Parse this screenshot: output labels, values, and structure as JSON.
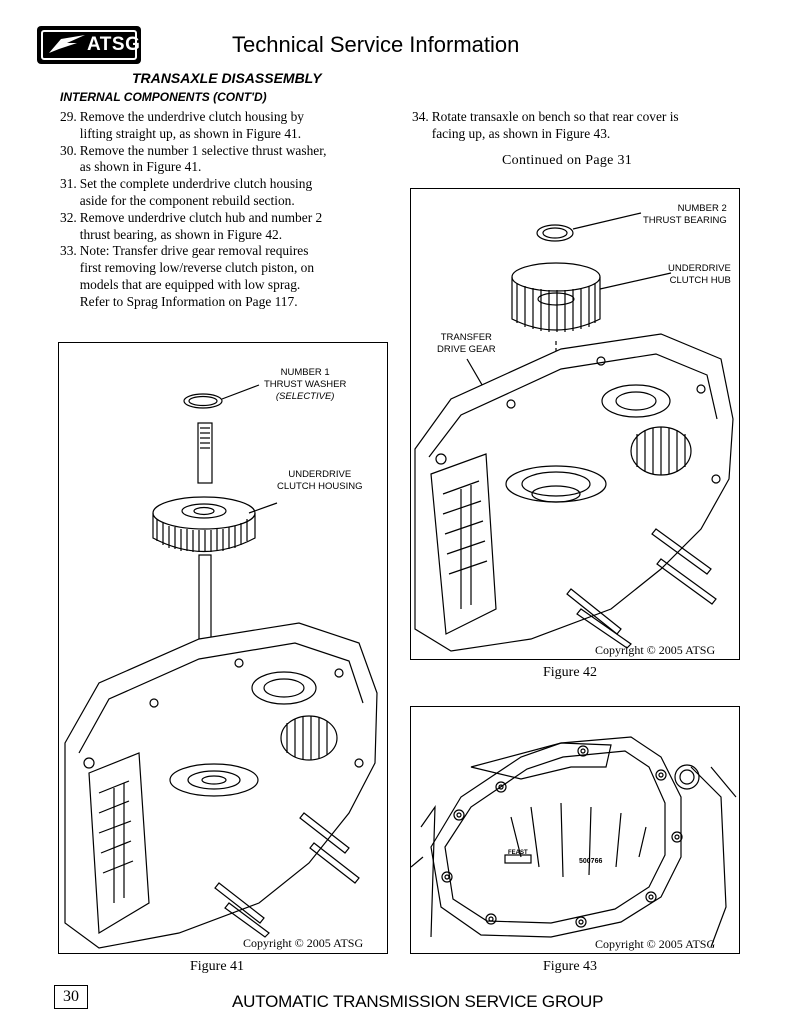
{
  "header": {
    "logo_text": "ATSG",
    "title": "Technical Service Information"
  },
  "section": {
    "title": "TRANSAXLE DISASSEMBLY",
    "subtitle": "INTERNAL COMPONENTS (CONT'D)"
  },
  "steps_left": [
    {
      "num": "29.",
      "lines": [
        "Remove the underdrive clutch housing by",
        "lifting straight up, as shown in Figure 41."
      ]
    },
    {
      "num": "30.",
      "lines": [
        "Remove the number 1 selective thrust washer,",
        "as shown in Figure 41."
      ]
    },
    {
      "num": "31.",
      "lines": [
        "Set the complete underdrive clutch housing",
        "aside for the component rebuild section."
      ]
    },
    {
      "num": "32.",
      "lines": [
        "Remove underdrive clutch hub and number 2",
        "thrust bearing, as shown in Figure 42."
      ]
    },
    {
      "num": "33.",
      "lines": [
        "Note:  Transfer drive gear removal requires",
        "first removing low/reverse clutch piston, on",
        "models that are equipped with low sprag.",
        "Refer to Sprag Information on Page 117."
      ]
    }
  ],
  "steps_right": [
    {
      "num": "34.",
      "lines": [
        "Rotate transaxle on bench so that rear cover is",
        "facing up, as shown in Figure 43."
      ]
    }
  ],
  "continued": "Continued on Page 31",
  "figures": {
    "fig41": {
      "caption": "Figure 41",
      "copyright": "Copyright © 2005 ATSG",
      "callout_washer": [
        "NUMBER 1",
        "THRUST WASHER",
        "(SELECTIVE)"
      ],
      "callout_housing": [
        "UNDERDRIVE",
        "CLUTCH HOUSING"
      ]
    },
    "fig42": {
      "caption": "Figure 42",
      "copyright": "Copyright © 2005 ATSG",
      "callout_bearing": [
        "NUMBER 2",
        "THRUST BEARING"
      ],
      "callout_hub": [
        "UNDERDRIVE",
        "CLUTCH HUB"
      ],
      "callout_gear": [
        "TRANSFER",
        "DRIVE GEAR"
      ]
    },
    "fig43": {
      "caption": "Figure 43",
      "copyright": "Copyright © 2005 ATSG",
      "cover_mark_1": "FEAST",
      "cover_mark_2": "500766"
    }
  },
  "footer": {
    "page_number": "30",
    "text": "AUTOMATIC TRANSMISSION SERVICE GROUP"
  }
}
